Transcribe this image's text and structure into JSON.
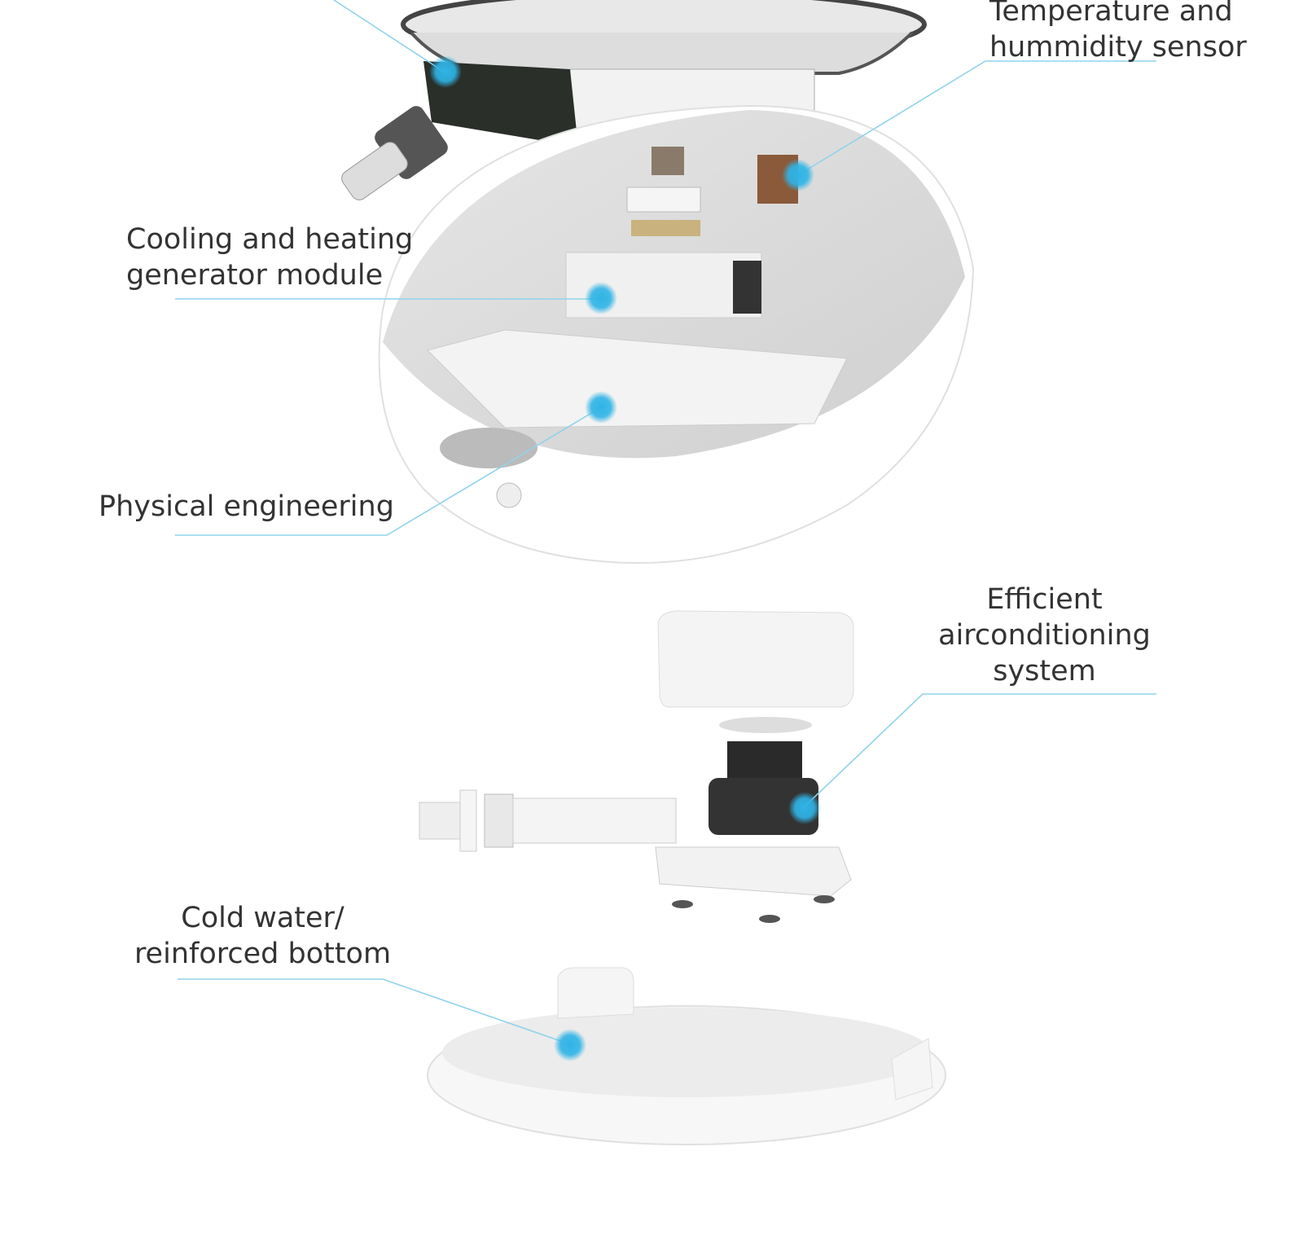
{
  "labels": {
    "temperature_sensor": [
      "Temperature and",
      "hummidity sensor"
    ],
    "cooling_module": [
      "Cooling and heating",
      "generator module"
    ],
    "physical_engineering": [
      "Physical engineering"
    ],
    "aircon_system": [
      "Efficient",
      "airconditioning",
      "system"
    ],
    "bottom": [
      "Cold water/",
      "reinforced bottom"
    ]
  },
  "colors": {
    "accent_dot": "#2fb4e6",
    "leader_line": "#8fd3ec",
    "text": "#333333"
  }
}
